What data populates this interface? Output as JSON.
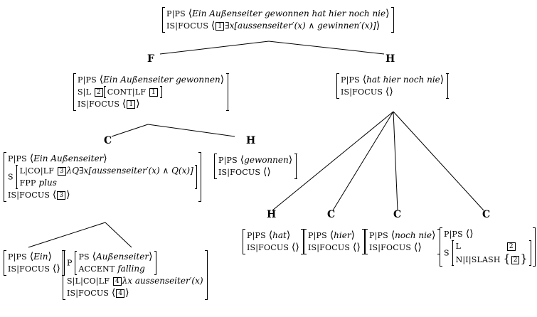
{
  "labels": {
    "F": "F",
    "H1": "H",
    "C1": "C",
    "H2": "H",
    "H3": "H",
    "C2": "C",
    "C3": "C",
    "C4": "C"
  },
  "root": {
    "p_ps": "P|PS",
    "phon": "Ein Außenseiter gewonnen hat hier noch nie",
    "is_focus": "IS|FOCUS",
    "tag": "1",
    "focus": "∃x[aussenseiter′(x) ∧ gewinnen′(x)]"
  },
  "f_node": {
    "p_ps": "P|PS",
    "phon": "Ein Außenseiter gewonnen",
    "s_l": "S|L",
    "tag2": "2",
    "cont": "CONT|LF",
    "tag1": "1",
    "is_focus": "IS|FOCUS",
    "focus_tag": "1"
  },
  "h_node": {
    "p_ps": "P|PS",
    "phon": "hat hier noch nie",
    "is_focus": "IS|FOCUS"
  },
  "c_node": {
    "p_ps": "P|PS",
    "phon": "Ein Außenseiter",
    "s": "S",
    "lcolf": "L|CO|LF",
    "tag3": "3",
    "lf": "λQ∃x[aussenseiter′(x) ∧ Q(x)]",
    "fpp": "FPP",
    "plus": "plus",
    "is_focus": "IS|FOCUS",
    "focus_tag": "3"
  },
  "gewonnen": {
    "p_ps": "P|PS",
    "phon": "gewonnen",
    "is_focus": "IS|FOCUS"
  },
  "ein": {
    "p_ps": "P|PS",
    "phon": "Ein",
    "is_focus": "IS|FOCUS"
  },
  "aussen": {
    "p": "P",
    "ps": "PS",
    "phon": "Außenseiter",
    "accent": "ACCENT",
    "falling": "falling",
    "slcolf": "S|L|CO|LF",
    "tag4": "4",
    "lf": "λx aussenseiter′(x)",
    "is_focus": "IS|FOCUS",
    "focus_tag": "4"
  },
  "hat": {
    "p_ps": "P|PS",
    "phon": "hat",
    "is_focus": "IS|FOCUS"
  },
  "hier": {
    "p_ps": "P|PS",
    "phon": "hier",
    "is_focus": "IS|FOCUS"
  },
  "nochnie": {
    "p_ps": "P|PS",
    "phon": "noch nie",
    "is_focus": "IS|FOCUS"
  },
  "trace": {
    "p_ps": "P|PS",
    "s": "S",
    "l": "L",
    "tag2a": "2",
    "nislash": "N|I|SLASH",
    "tag2b": "2"
  }
}
